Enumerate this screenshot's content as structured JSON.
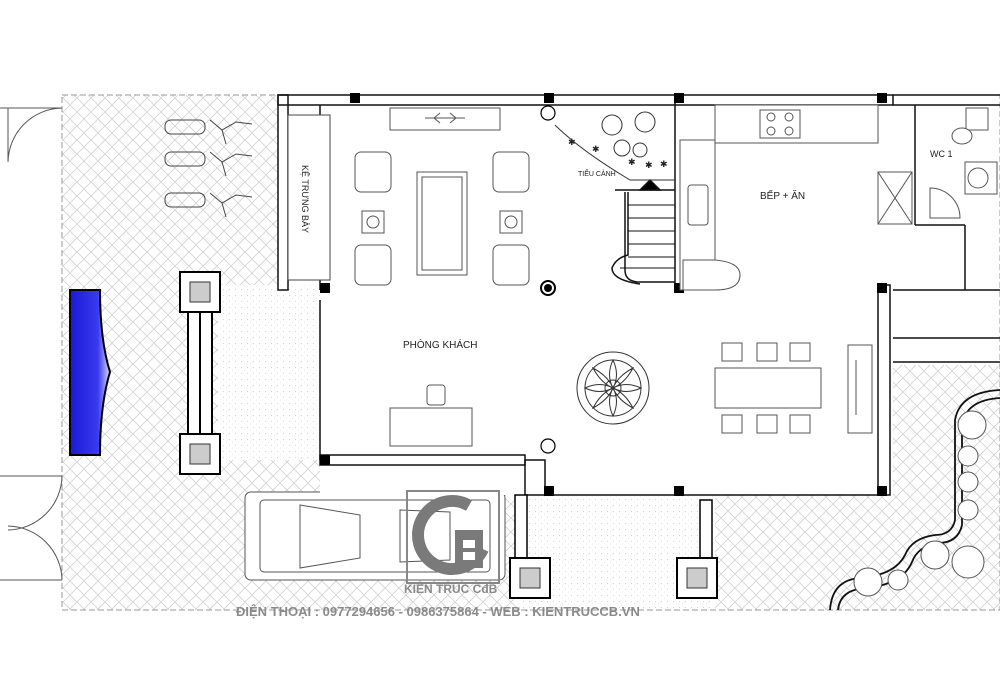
{
  "rooms": {
    "ke_trung_bay": "KỆ TRƯNG BÀY",
    "tieu_canh": "TIỂU CẢNH",
    "bep_an": "BẾP + ĂN",
    "wc1": "WC 1",
    "phong_khach": "PHÒNG KHÁCH"
  },
  "watermark": {
    "brand": "KIẾN TRÚC CđB",
    "contact": "ĐIỆN THOẠI : 0977294656 - 0986375864 - WEB : KIENTRUCCB.VN"
  },
  "colors": {
    "pool": "#1a1ad6",
    "wall": "#111111",
    "hatch": "#cfcfcf",
    "logo": "#7a7a7a"
  }
}
